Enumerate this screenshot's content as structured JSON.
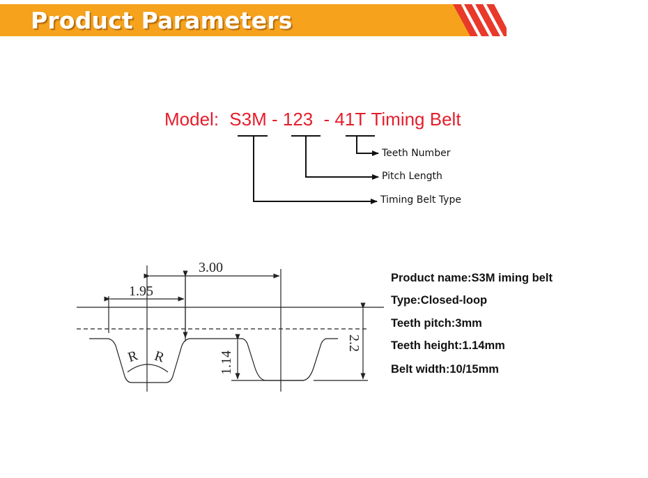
{
  "header": {
    "title": "Product Parameters",
    "colors": {
      "banner": "#f6a21c",
      "stripe": "#e8392b"
    }
  },
  "model": {
    "prefix": "Model:",
    "type_code": "S3M",
    "sep1": "-",
    "length_code": "123",
    "sep2": "-",
    "teeth_code": "41T",
    "suffix": "Timing Belt",
    "color": "#e41e2b"
  },
  "legend": {
    "teeth_number": "Teeth Number",
    "pitch_length": "Pitch Length",
    "belt_type": "Timing Belt Type"
  },
  "drawing": {
    "pitch": "3.00",
    "tooth_width": "1.95",
    "tooth_height": "1.14",
    "total_height": "2.2",
    "radius_left": "R",
    "radius_right": "R"
  },
  "specs": [
    "Product name:S3M iming belt",
    "Type:Closed-loop",
    "Teeth pitch:3mm",
    "Teeth height:1.14mm",
    "Belt width:10/15mm"
  ]
}
